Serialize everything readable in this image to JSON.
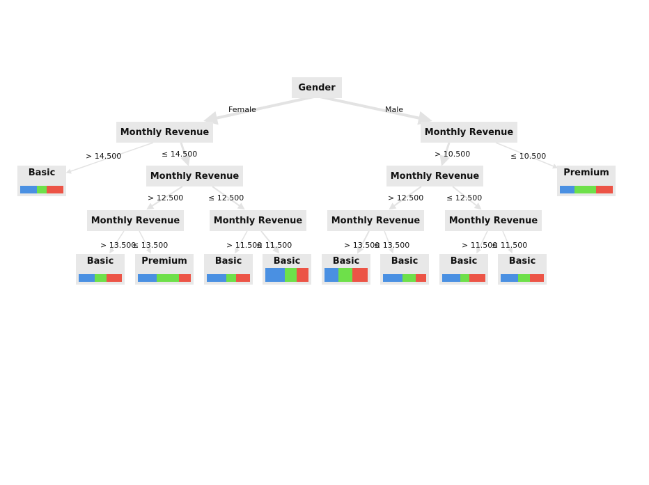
{
  "colors": {
    "node_bg": "#e8e8e8",
    "edge": "#e3e3e3",
    "class_1": "#4a90e2",
    "class_2": "#6ee04a",
    "class_3": "#ec5446"
  },
  "tree": {
    "root": {
      "label": "Gender"
    },
    "edges": {
      "female": "Female",
      "male": "Male",
      "f_gt": "> 14.500",
      "f_le": "≤ 14.500",
      "f1_gt": "> 12.500",
      "f1_le": "≤ 12.500",
      "f2_gt": "> 13.500",
      "f2_le": "≤ 13.500",
      "f3_gt": "> 11.500",
      "f3_le": "≤ 11.500",
      "m_gt": "> 10.500",
      "m_le": "≤ 10.500",
      "m1_gt": "> 12.500",
      "m1_le": "≤ 12.500",
      "m2_gt": "> 13.500",
      "m2_le": "≤ 13.500",
      "m3_gt": "> 11.500",
      "m3_le": "≤ 11.500"
    },
    "splits": {
      "f": "Monthly Revenue",
      "f1": "Monthly Revenue",
      "f2": "Monthly Revenue",
      "f3": "Monthly Revenue",
      "m": "Monthly Revenue",
      "m1": "Monthly Revenue",
      "m2": "Monthly Revenue",
      "m3": "Monthly Revenue"
    },
    "leaves": {
      "l1": {
        "label": "Basic",
        "dist": [
          0.39,
          0.23,
          0.38
        ]
      },
      "l2": {
        "label": "Basic",
        "dist": [
          0.37,
          0.28,
          0.35
        ]
      },
      "l3": {
        "label": "Premium",
        "dist": [
          0.36,
          0.42,
          0.22
        ]
      },
      "l4": {
        "label": "Basic",
        "dist": [
          0.45,
          0.22,
          0.33
        ]
      },
      "l5": {
        "label": "Basic",
        "dist": [
          0.45,
          0.27,
          0.28
        ]
      },
      "l6": {
        "label": "Basic",
        "dist": [
          0.33,
          0.32,
          0.35
        ]
      },
      "l7": {
        "label": "Basic",
        "dist": [
          0.45,
          0.3,
          0.25
        ]
      },
      "l8": {
        "label": "Basic",
        "dist": [
          0.42,
          0.21,
          0.37
        ]
      },
      "l9": {
        "label": "Basic",
        "dist": [
          0.4,
          0.27,
          0.33
        ]
      },
      "l10": {
        "label": "Premium",
        "dist": [
          0.28,
          0.4,
          0.32
        ]
      }
    }
  }
}
